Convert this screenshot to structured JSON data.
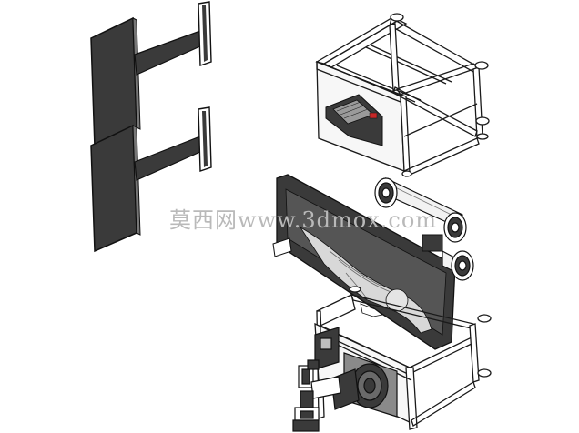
{
  "watermark": {
    "text": "莫西网www.3dmox.com"
  },
  "colors": {
    "background": "#ffffff",
    "dark": "#3a3a3a",
    "outline": "#1a1a1a",
    "frame_fill": "#f7f7f7",
    "mid_gray": "#8a8a8a",
    "watermark": "#b9b9b9"
  },
  "parts": [
    "upper-wall-panel-bracket",
    "lower-wall-panel-bracket",
    "upper-cube-frame",
    "control-panel",
    "belt-pulley-assembly",
    "lying-mannequin-panel",
    "lower-machine-frame",
    "motor-assembly",
    "swing-arm-mechanism"
  ]
}
